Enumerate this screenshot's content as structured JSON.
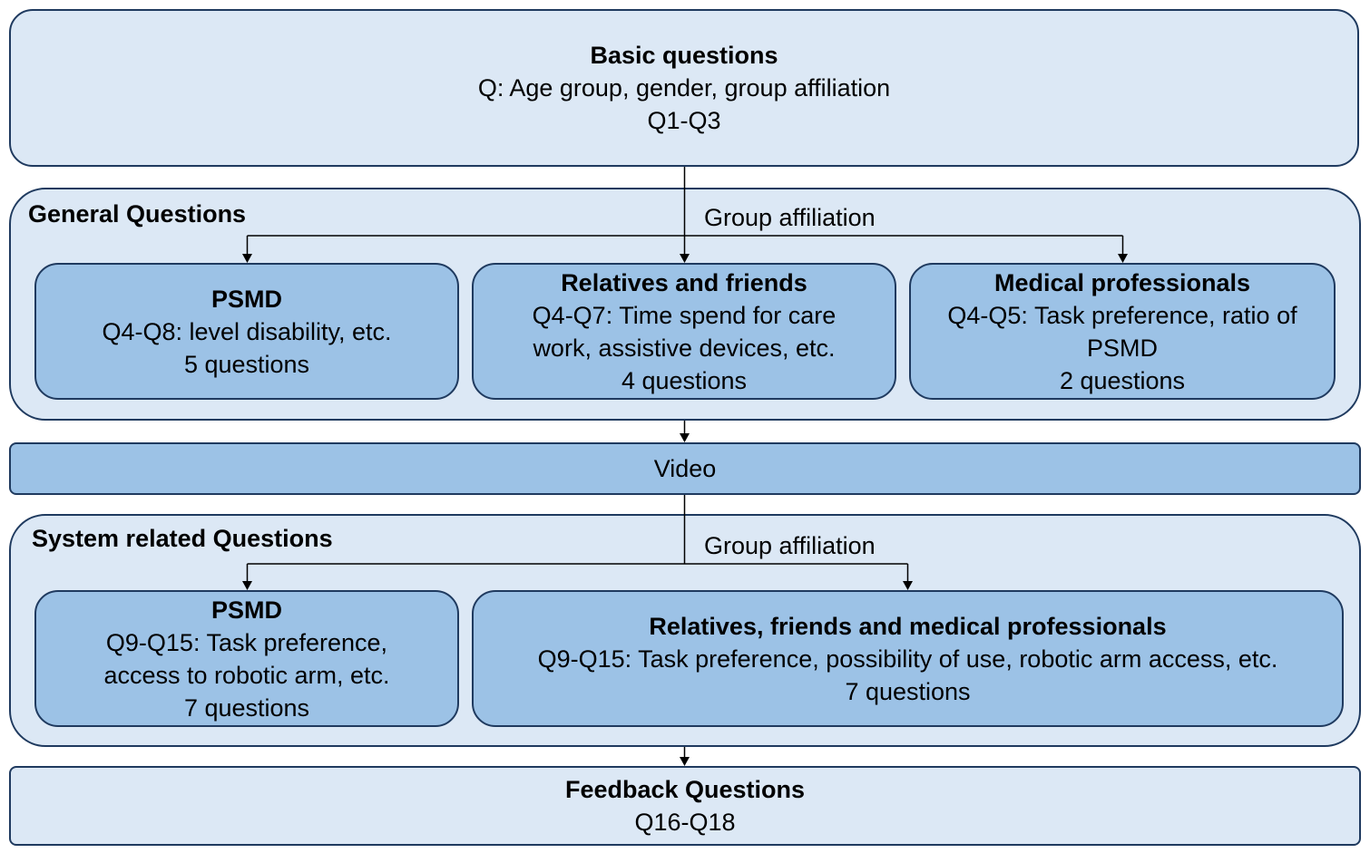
{
  "basic": {
    "title": "Basic questions",
    "line1": "Q: Age group, gender, group affiliation",
    "line2": "Q1-Q3"
  },
  "general": {
    "title": "General Questions",
    "branch_label": "Group affiliation",
    "psmd": {
      "title": "PSMD",
      "line1": "Q4-Q8: level disability, etc.",
      "line2": "5 questions"
    },
    "relatives": {
      "title": "Relatives and friends",
      "line1": "Q4-Q7: Time spend for care",
      "line2": "work, assistive devices, etc.",
      "line3": "4 questions"
    },
    "medical": {
      "title": "Medical professionals",
      "line1": "Q4-Q5: Task preference, ratio of",
      "line2": "PSMD",
      "line3": "2 questions"
    }
  },
  "video": {
    "label": "Video"
  },
  "system": {
    "title": "System related Questions",
    "branch_label": "Group affiliation",
    "psmd": {
      "title": "PSMD",
      "line1": "Q9-Q15: Task preference,",
      "line2": "access to robotic arm, etc.",
      "line3": "7 questions"
    },
    "others": {
      "title": "Relatives, friends and medical professionals",
      "line1": "Q9-Q15: Task preference, possibility of use, robotic arm access, etc.",
      "line2": "7 questions"
    }
  },
  "feedback": {
    "title": "Feedback Questions",
    "line1": "Q16-Q18"
  }
}
